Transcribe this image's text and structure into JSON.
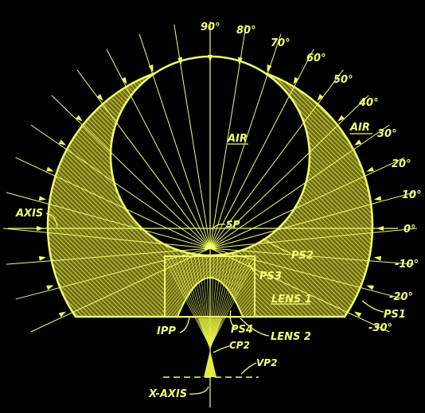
{
  "colors": {
    "background": "#000000",
    "line": "#f2ff6a",
    "fill": "#e6ec3a",
    "hatch": "#6d6c18"
  },
  "angle_labels": [
    "90°",
    "80°",
    "70°",
    "60°",
    "50°",
    "40°",
    "30°",
    "20°",
    "10°",
    "0°",
    "-10°",
    "-20°",
    "-30°"
  ],
  "labels": {
    "air_inner": "AIR",
    "air_outer": "AIR",
    "sp": "SP",
    "ps2": "PS2",
    "ps3": "PS3",
    "ps4": "PS4",
    "ps1": "PS1",
    "lens1": "LENS 1",
    "lens2": "LENS 2",
    "ipp": "IPP",
    "cp2": "CP2",
    "vp2": "VP2",
    "axis": "AXIS",
    "x_axis": "X-AXIS"
  }
}
